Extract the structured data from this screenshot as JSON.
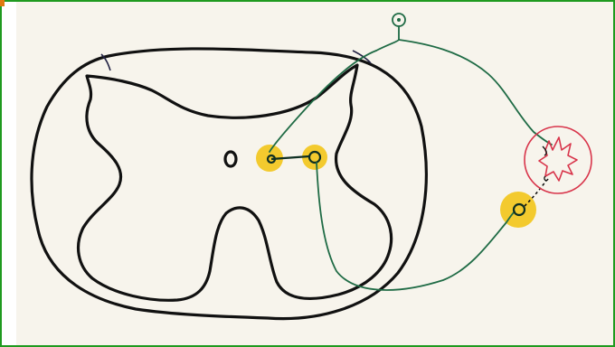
{
  "diagram": {
    "kind": "spinal cord cross-section with reflex pathway sketch",
    "text_labels": [],
    "colors": {
      "outline": "#111111",
      "nerve_fiber": "#1f6b45",
      "ganglion_highlight": "#f2c51a",
      "target_organ": "#d8344a",
      "border": "#1f9a1f",
      "paper": "#f7f4ec"
    },
    "elements": [
      "spinal-cord-outline",
      "grey-matter-butterfly",
      "central-canal",
      "posterior-root-ganglion",
      "interneuron-ganglion",
      "peripheral-ganglion",
      "target-organ",
      "afferent-nerve-fiber",
      "efferent-nerve-fiber",
      "receptor-ending"
    ]
  }
}
